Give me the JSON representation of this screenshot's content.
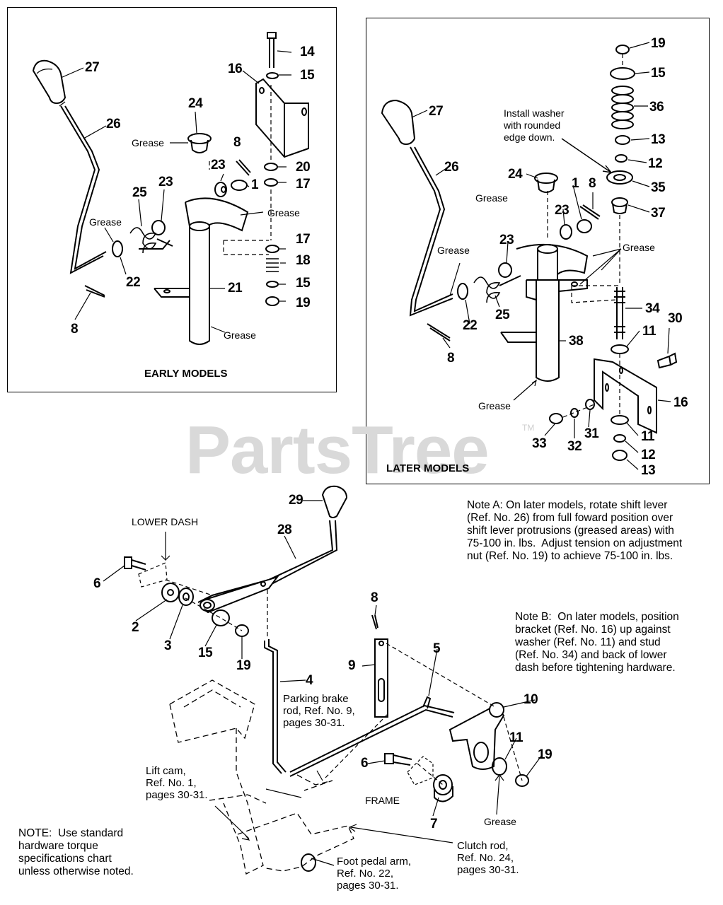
{
  "watermark": {
    "brand": "PartsTree",
    "tm": "TM"
  },
  "panels": {
    "early": {
      "caption": "EARLY MODELS"
    },
    "later": {
      "caption": "LATER MODELS"
    }
  },
  "early_callouts": {
    "c27": "27",
    "c26": "26",
    "c24": "24",
    "c16": "16",
    "c14": "14",
    "c15a": "15",
    "c8a": "8",
    "c23a": "23",
    "c1": "1",
    "c20": "20",
    "c17a": "17",
    "c25": "25",
    "c23b": "23",
    "c17b": "17",
    "c18": "18",
    "c15b": "15",
    "c19": "19",
    "c21": "21",
    "c22": "22",
    "c8b": "8"
  },
  "early_labels": {
    "grease1": "Grease",
    "grease2": "Grease",
    "grease3": "Grease",
    "grease4": "Grease"
  },
  "later_callouts": {
    "c19": "19",
    "c15": "15",
    "c36": "36",
    "c13a": "13",
    "c12a": "12",
    "c35": "35",
    "c37": "37",
    "c27": "27",
    "c26": "26",
    "c24": "24",
    "c1": "1",
    "c8a": "8",
    "c23a": "23",
    "c23b": "23",
    "c25": "25",
    "c22": "22",
    "c8b": "8",
    "c34": "34",
    "c30": "30",
    "c11a": "11",
    "c38": "38",
    "c16": "16",
    "c33": "33",
    "c32": "32",
    "c31": "31",
    "c11b": "11",
    "c12b": "12",
    "c13b": "13"
  },
  "later_labels": {
    "install_note": "Install washer\nwith rounded\nedge down.",
    "grease1": "Grease",
    "grease2": "Grease",
    "grease3": "Grease",
    "grease4": "Grease"
  },
  "lower_callouts": {
    "c29": "29",
    "c28": "28",
    "c6a": "6",
    "c2": "2",
    "c3": "3",
    "c15": "15",
    "c19a": "19",
    "c4": "4",
    "c8": "8",
    "c9": "9",
    "c5": "5",
    "c10": "10",
    "c11": "11",
    "c19b": "19",
    "c6b": "6",
    "c7": "7"
  },
  "lower_labels": {
    "lower_dash": "LOWER DASH",
    "parking_brake": "Parking brake\nrod, Ref. No. 9,\npages 30-31.",
    "lift_cam": "Lift cam,\nRef. No. 1,\npages 30-31.",
    "frame": "FRAME",
    "grease": "Grease",
    "clutch_rod": "Clutch rod,\nRef. No. 24,\npages 30-31.",
    "foot_pedal": "Foot pedal arm,\nRef. No. 22,\npages 30-31."
  },
  "notes": {
    "note_a": "Note A: On later models, rotate shift lever\n(Ref. No. 26) from full foward position over\nshift lever protrusions (greased areas) with\n75-100 in. lbs.  Adjust tension on adjustment\nnut (Ref. No. 19) to achieve 75-100 in. lbs.",
    "note_b": "Note B:  On later models, position\nbracket (Ref. No. 16) up against\nwasher (Ref. No. 11) and stud\n(Ref. No. 34) and back of lower\ndash before tightening hardware.",
    "note_torque": "NOTE:  Use standard\nhardware torque\nspecifications chart\nunless otherwise noted."
  }
}
